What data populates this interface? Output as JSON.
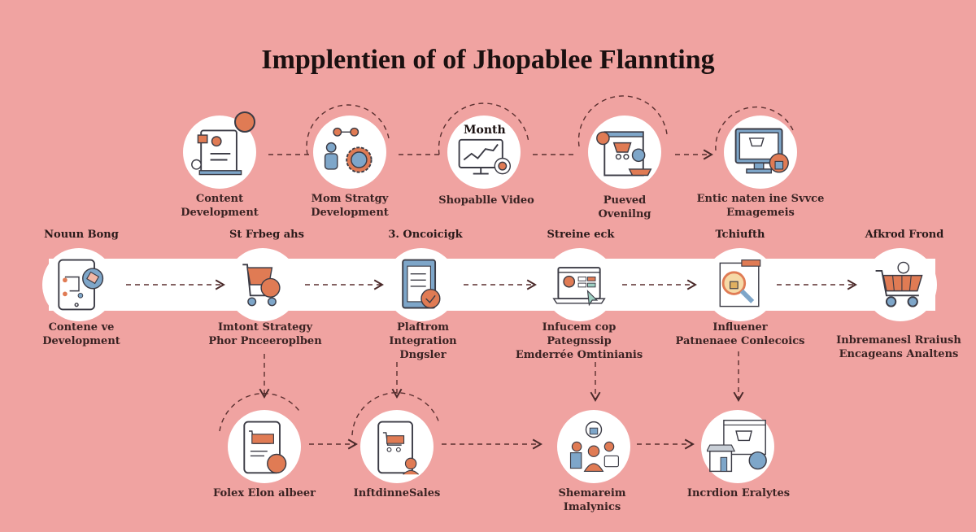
{
  "title": "Impplentien of of Jhopablee Flannting",
  "colors": {
    "background": "#f0a3a1",
    "accent_orange": "#e07b54",
    "accent_blue": "#7ea6c9",
    "outline": "#3b3b45",
    "node_fill": "#ffffff"
  },
  "top_row": [
    {
      "label_line1": "Content",
      "label_line2": "Development",
      "icon": "content-document-icon"
    },
    {
      "label_line1": "Mom Stratgy",
      "label_line2": "Development",
      "icon": "team-strategy-gear-icon"
    },
    {
      "label_line1": "Shopablle Video",
      "label_line2": "",
      "badge": "Month",
      "icon": "video-chart-monitor-icon"
    },
    {
      "label_line1": "Pueved",
      "label_line2": "Ovenilng",
      "icon": "browser-cart-icon"
    },
    {
      "label_line1": "Entic naten ine Svvce",
      "label_line2": "Emagemeis",
      "icon": "monitor-cart-user-icon"
    }
  ],
  "middle_row": [
    {
      "heading": "Nouun Bong",
      "label_line1": "Contene ve",
      "label_line2": "Development",
      "label_line3": "",
      "icon": "tablet-cart-icon"
    },
    {
      "heading": "St Frbeg ahs",
      "label_line1": "Imtont Strategy",
      "label_line2": "Phor Pnceeroplben",
      "label_line3": "",
      "icon": "shopping-cart-icon"
    },
    {
      "heading": "3. Oncoicigk",
      "label_line1": "Plaftrom",
      "label_line2": "Integration",
      "label_line3": "Dngsler",
      "icon": "checklist-document-icon"
    },
    {
      "heading": "Streine eck",
      "label_line1": "Infucem cop",
      "label_line2": "Pategnssip",
      "label_line3": "Emderrée Omtinianis",
      "icon": "laptop-cursor-icon"
    },
    {
      "heading": "Tchiufth",
      "label_line1": "Influener",
      "label_line2": "Patnenaee Conlecoics",
      "label_line3": "",
      "icon": "magnifier-lock-icon"
    },
    {
      "heading": "Afkrod Frond",
      "label_line1": "Inbremanesl Rraiush",
      "label_line2": "Encageans Analtens",
      "label_line3": "",
      "icon": "cart-dollar-icon"
    }
  ],
  "bottom_row": [
    {
      "label_line1": "Folex Elon albeer",
      "label_line2": "",
      "icon": "tablet-cart-euro-icon"
    },
    {
      "label_line1": "InftdinneSales",
      "label_line2": "",
      "icon": "phone-cart-influencer-icon"
    },
    {
      "label_line1": "Shemareim",
      "label_line2": "Imalynics",
      "icon": "community-people-icon"
    },
    {
      "label_line1": "Incrdion Eralytes",
      "label_line2": "",
      "icon": "store-monitor-icon"
    }
  ]
}
